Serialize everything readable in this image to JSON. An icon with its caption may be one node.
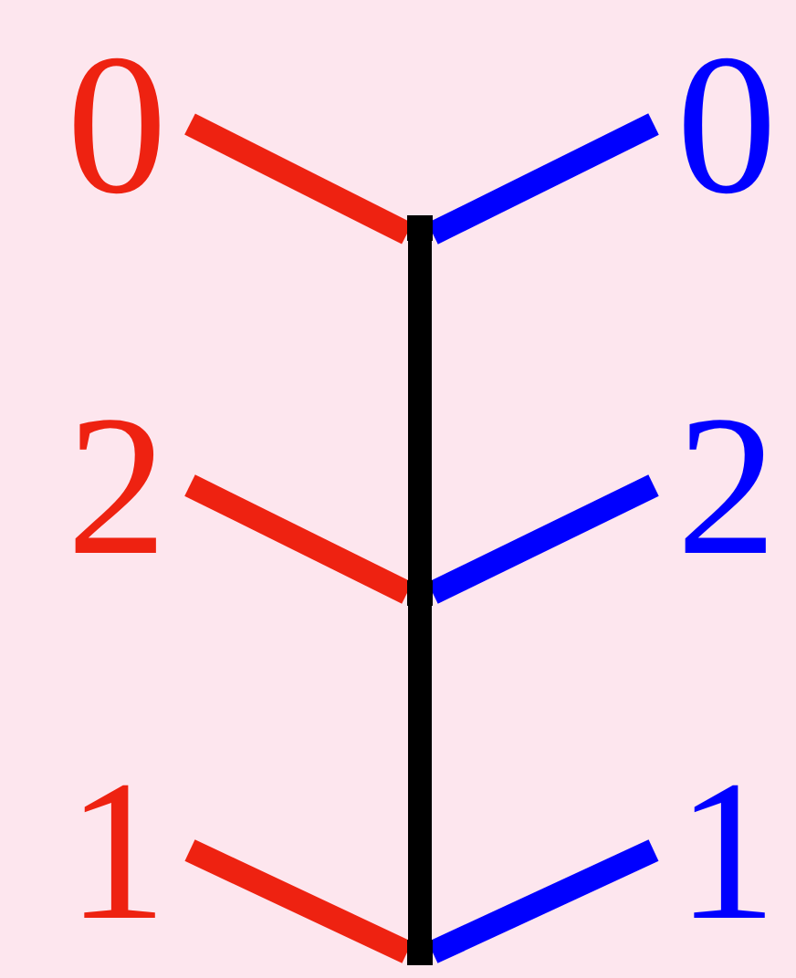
{
  "diagram": {
    "nodes": [
      {
        "text": [
          "0"
        ]
      },
      {
        "text": [
          "0"
        ]
      },
      {
        "text": [],
        "shape": "dot"
      },
      {
        "text": [
          "2"
        ]
      },
      {
        "text": [
          "2"
        ]
      },
      {
        "text": [],
        "shape": "dot"
      },
      {
        "text": [
          "1"
        ]
      },
      {
        "text": [
          "1"
        ]
      },
      {
        "text": [],
        "shape": "dot"
      }
    ],
    "edges": [
      {
        "from": 0,
        "to": 2,
        "arrow": "none",
        "color": "#ee2211"
      },
      {
        "from": 1,
        "to": 2,
        "arrow": "none",
        "color": "#0000ff"
      },
      {
        "from": 2,
        "to": 5,
        "arrow": "none",
        "color": "#000000"
      },
      {
        "from": 3,
        "to": 5,
        "arrow": "none",
        "color": "#ee2211"
      },
      {
        "from": 4,
        "to": 5,
        "arrow": "none",
        "color": "#0000ff"
      },
      {
        "from": 5,
        "to": 8,
        "arrow": "none",
        "color": "#000000"
      },
      {
        "from": 6,
        "to": 8,
        "arrow": "none",
        "color": "#ee2211"
      },
      {
        "from": 7,
        "to": 8,
        "arrow": "none",
        "color": "#0000ff"
      }
    ]
  }
}
